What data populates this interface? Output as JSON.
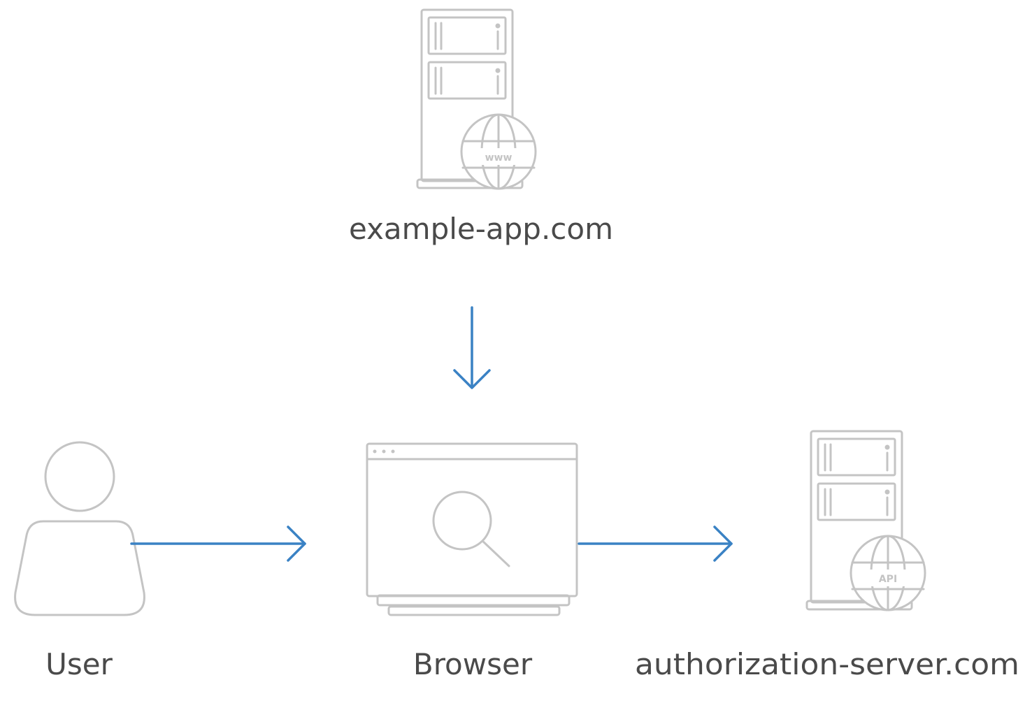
{
  "nodes": {
    "app_server": {
      "label": "example-app.com",
      "badge": "www"
    },
    "user": {
      "label": "User"
    },
    "browser": {
      "label": "Browser"
    },
    "auth_server": {
      "label": "authorization-server.com",
      "badge": "API"
    }
  },
  "colors": {
    "icon_stroke": "#c4c4c4",
    "arrow": "#3a82c4",
    "label_text": "#4a4a4a"
  },
  "icons": {
    "app_server": "web-server-icon",
    "user": "user-icon",
    "browser": "browser-window-icon",
    "auth_server": "api-server-icon"
  }
}
